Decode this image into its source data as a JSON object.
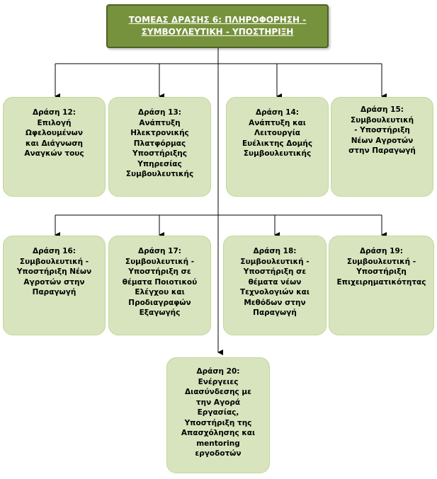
{
  "root": {
    "title_lines": [
      "ΤΟΜΕΑΣ ΔΡΑΣΗΣ 6: ΠΛΗΡΟΦΟΡΗΣΗ -",
      "ΣΥΜΒΟΥΛΕΥΤΙΚΗ - ΥΠΟΣΤΗΡΙΞΗ"
    ]
  },
  "actions": [
    {
      "id": "12",
      "lines": [
        "Δράση 12:",
        "Επιλογή",
        "Ωφελουμένων",
        "και Διάγνωση",
        "Αναγκών τους"
      ]
    },
    {
      "id": "13",
      "lines": [
        "Δράση 13:",
        "Ανάπτυξη",
        "Ηλεκτρονικής",
        "Πλατφόρμας",
        "Υποστήριξης",
        "Υπηρεσίας",
        "Συμβουλευτικής"
      ]
    },
    {
      "id": "14",
      "lines": [
        "Δράση 14:",
        "Ανάπτυξη και",
        "Λειτουργία",
        "Ευέλικτης Δομής",
        "Συμβουλευτικής"
      ]
    },
    {
      "id": "15",
      "lines": [
        "Δράση 15:",
        "Συμβουλευτική",
        "- Υποστήριξη",
        "Νέων Αγροτών",
        "στην Παραγωγή"
      ]
    },
    {
      "id": "16",
      "lines": [
        "Δράση 16:",
        "Συμβουλευτική -",
        "Υποστήριξη Νέων",
        "Αγροτών στην",
        "Παραγωγή"
      ]
    },
    {
      "id": "17",
      "lines": [
        "Δράση 17:",
        "Συμβουλευτική -",
        "Υποστήριξη σε",
        "θέματα Ποιοτικού",
        "Ελέγχου και",
        "Προδιαγραφών",
        "Εξαγωγής"
      ]
    },
    {
      "id": "18",
      "lines": [
        "Δράση 18:",
        "Συμβουλευτική -",
        "Υποστήριξη σε",
        "θέματα νέων",
        "Τεχνολογιών και",
        "Μεθόδων στην",
        "Παραγωγή"
      ]
    },
    {
      "id": "19",
      "lines": [
        "Δράση 19:",
        "Συμβουλευτική -",
        "Υποστήριξη",
        "Επιχειρηματικότητας"
      ]
    },
    {
      "id": "20",
      "lines": [
        "Δράση 20:",
        "Ενέργειες",
        "Διασύνδεσης με",
        "την Αγορά",
        "Εργασίας,",
        "Υποστήριξη της",
        "Απασχόλησης και",
        "mentoring",
        "εργοδοτών"
      ]
    }
  ],
  "colors": {
    "root_fill": "#76923c",
    "root_border": "#4f6228",
    "node_fill": "#d7e4bd",
    "node_border": "#c3d69b",
    "connector": "#000000"
  }
}
